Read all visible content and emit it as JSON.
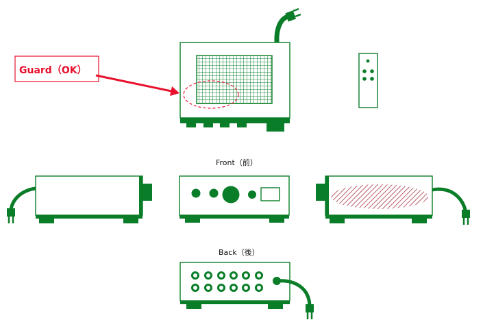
{
  "callout": {
    "text": "Guard（OK）"
  },
  "views": {
    "front_label": "Front（前）",
    "back_label": "Back（後）"
  },
  "colors": {
    "device": "#0a7d28",
    "callout": "#e8112d",
    "hatch": "#9b1a2a",
    "background": "#ffffff"
  }
}
